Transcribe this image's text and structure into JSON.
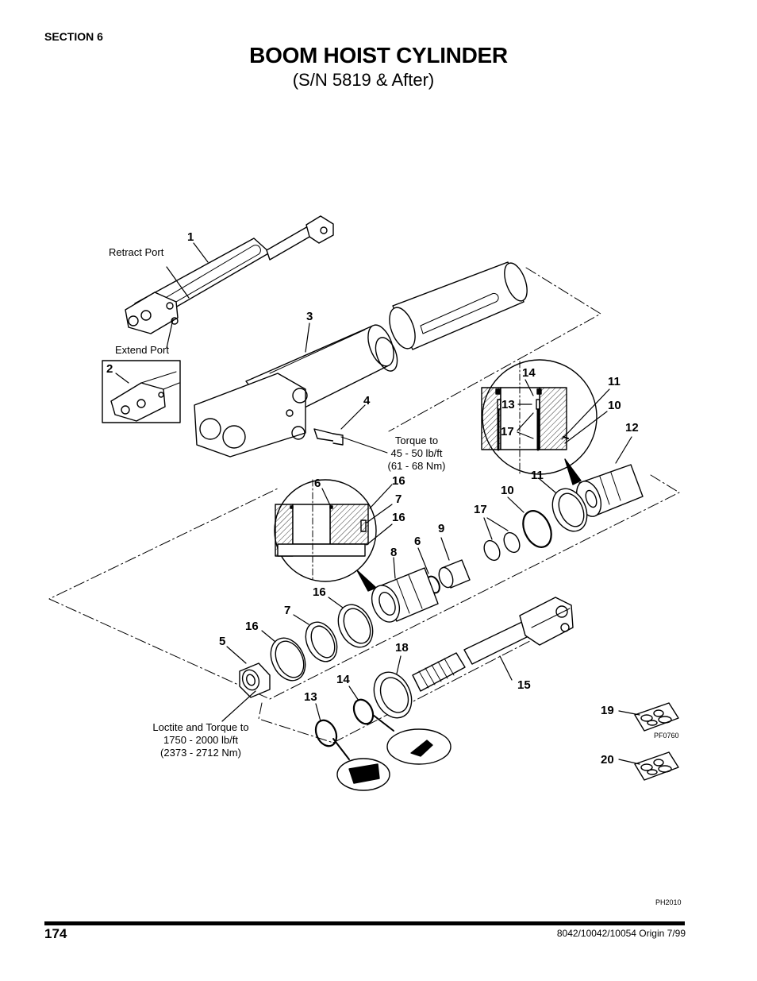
{
  "header": {
    "section": "SECTION 6",
    "title": "BOOM HOIST CYLINDER",
    "subtitle": "(S/N 5819 & After)"
  },
  "labels": {
    "retract_port": "Retract Port",
    "extend_port": "Extend Port",
    "torque_4": [
      "Torque to",
      "45 - 50 lb/ft",
      "(61 - 68 Nm)"
    ],
    "torque_5": [
      "Loctite and Torque to",
      "1750 - 2000 lb/ft",
      "(2373 - 2712 Nm)"
    ]
  },
  "callouts": {
    "c1": "1",
    "c2": "2",
    "c3": "3",
    "c4": "4",
    "c5": "5",
    "c6a": "6",
    "c6b": "6",
    "c7a": "7",
    "c7b": "7",
    "c8": "8",
    "c9": "9",
    "c10a": "10",
    "c10b": "10",
    "c11a": "11",
    "c11b": "11",
    "c12": "12",
    "c13a": "13",
    "c13b": "13",
    "c14a": "14",
    "c14b": "14",
    "c15": "15",
    "c16a": "16",
    "c16b": "16",
    "c16c": "16",
    "c16d": "16",
    "c17a": "17",
    "c17b": "17",
    "c18": "18",
    "c19": "19",
    "c20": "20"
  },
  "codes": {
    "kit": "PF0760",
    "drawing": "PH2010"
  },
  "footer": {
    "page_number": "174",
    "doc_ref": "8042/10042/10054 Origin 7/99"
  }
}
